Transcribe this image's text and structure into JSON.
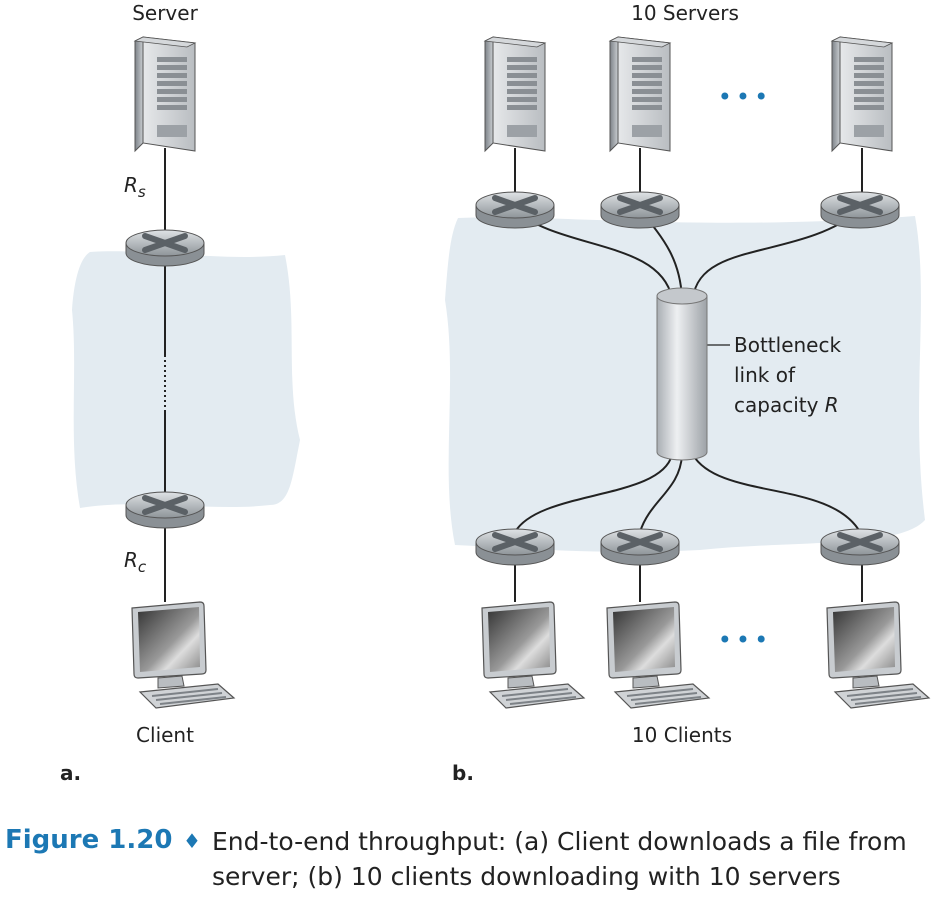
{
  "panel_a": {
    "server_label": "Server",
    "rs_label": "R",
    "rs_sub": "s",
    "rc_label": "R",
    "rc_sub": "c",
    "client_label": "Client",
    "panel_letter": "a."
  },
  "panel_b": {
    "servers_label": "10 Servers",
    "clients_label": "10 Clients",
    "ellipsis": "•••",
    "bottleneck_line1": "Bottleneck",
    "bottleneck_line2": "link of",
    "bottleneck_line3": "capacity ",
    "bottleneck_var": "R",
    "panel_letter": "b."
  },
  "caption": {
    "figure_label": "Figure 1.20",
    "separator": "♦",
    "line1": "End-to-end throughput: (a) Client downloads a file from",
    "line2": "server; (b) 10 clients downloading with 10 servers"
  },
  "colors": {
    "accent": "#1c78b4",
    "cloud": "#e3ebf1"
  }
}
